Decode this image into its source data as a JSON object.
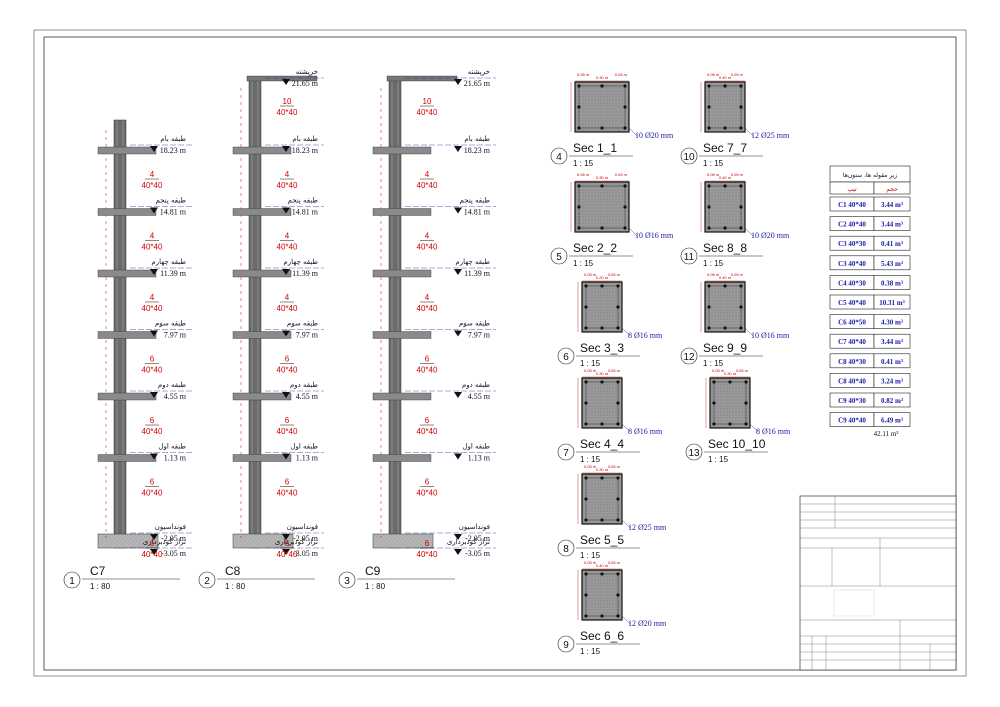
{
  "elevations": [
    {
      "id": "C7",
      "number": "1",
      "title": "C7",
      "scale": "1 : 80",
      "levels": [
        {
          "name": "طبقه بام",
          "value": "18.23 m"
        },
        {
          "name": "طبقه پنجم",
          "value": "14.81 m"
        },
        {
          "name": "طبقه چهارم",
          "value": "11.39 m"
        },
        {
          "name": "طبقه سوم",
          "value": "7.97 m"
        },
        {
          "name": "طبقه دوم",
          "value": "4.55 m"
        },
        {
          "name": "طبقه اول",
          "value": "1.13 m"
        },
        {
          "name": "فونداسیون",
          "value": "-2.05 m"
        },
        {
          "name": "تراز گودبرداری",
          "value": "-3.05 m"
        }
      ],
      "tags": [
        {
          "n": "4",
          "d": "40*40"
        },
        {
          "n": "4",
          "d": "40*40"
        },
        {
          "n": "4",
          "d": "40*40"
        },
        {
          "n": "6",
          "d": "40*40"
        },
        {
          "n": "6",
          "d": "40*40"
        },
        {
          "n": "6",
          "d": "40*40"
        },
        {
          "n": "6",
          "d": "40*40"
        }
      ]
    },
    {
      "id": "C8",
      "number": "2",
      "title": "C8",
      "scale": "1 : 80",
      "levels": [
        {
          "name": "خرپشته",
          "value": "21.65 m"
        },
        {
          "name": "طبقه بام",
          "value": "18.23 m"
        },
        {
          "name": "طبقه پنجم",
          "value": "14.81 m"
        },
        {
          "name": "طبقه چهارم",
          "value": "11.39 m"
        },
        {
          "name": "طبقه سوم",
          "value": "7.97 m"
        },
        {
          "name": "طبقه دوم",
          "value": "4.55 m"
        },
        {
          "name": "طبقه اول",
          "value": "1.13 m"
        },
        {
          "name": "فونداسیون",
          "value": "-2.05 m"
        },
        {
          "name": "تراز گودبرداری",
          "value": "-3.05 m"
        }
      ],
      "tags": [
        {
          "n": "10",
          "d": "40*40"
        },
        {
          "n": "4",
          "d": "40*40"
        },
        {
          "n": "4",
          "d": "40*40"
        },
        {
          "n": "4",
          "d": "40*40"
        },
        {
          "n": "6",
          "d": "40*40"
        },
        {
          "n": "6",
          "d": "40*40"
        },
        {
          "n": "6",
          "d": "40*40"
        },
        {
          "n": "6",
          "d": "40*40"
        }
      ]
    },
    {
      "id": "C9",
      "number": "3",
      "title": "C9",
      "scale": "1 : 80",
      "levels": [
        {
          "name": "خرپشته",
          "value": "21.65 m"
        },
        {
          "name": "طبقه بام",
          "value": "18.23 m"
        },
        {
          "name": "طبقه پنجم",
          "value": "14.81 m"
        },
        {
          "name": "طبقه چهارم",
          "value": "11.39 m"
        },
        {
          "name": "طبقه سوم",
          "value": "7.97 m"
        },
        {
          "name": "طبقه دوم",
          "value": "4.55 m"
        },
        {
          "name": "طبقه اول",
          "value": "1.13 m"
        },
        {
          "name": "فونداسیون",
          "value": "-2.05 m"
        },
        {
          "name": "تراز گودبرداری",
          "value": "-3.05 m"
        }
      ],
      "tags": [
        {
          "n": "10",
          "d": "40*40"
        },
        {
          "n": "4",
          "d": "40*40"
        },
        {
          "n": "4",
          "d": "40*40"
        },
        {
          "n": "4",
          "d": "40*40"
        },
        {
          "n": "6",
          "d": "40*40"
        },
        {
          "n": "6",
          "d": "40*40"
        },
        {
          "n": "6",
          "d": "40*40"
        },
        {
          "n": "6",
          "d": "40*40"
        }
      ]
    }
  ],
  "sections": [
    {
      "number": "4",
      "title": "Sec 1_1",
      "scale": "1 : 15",
      "rebar": "10 Ø20 mm",
      "dims": [
        "0.05 m",
        "0.30 m",
        "0.05 m"
      ]
    },
    {
      "number": "5",
      "title": "Sec 2_2",
      "scale": "1 : 15",
      "rebar": "10 Ø16 mm",
      "dims": [
        "0.05 m",
        "0.30 m",
        "0.05 m"
      ]
    },
    {
      "number": "6",
      "title": "Sec 3_3",
      "scale": "1 : 15",
      "rebar": "8 Ø16 mm",
      "dims": [
        "0.05 m",
        "0.20 m",
        "0.05 m"
      ]
    },
    {
      "number": "7",
      "title": "Sec 4_4",
      "scale": "1 : 15",
      "rebar": "8 Ø16 mm",
      "dims": [
        "0.05 m",
        "0.30 m",
        "0.05 m"
      ]
    },
    {
      "number": "8",
      "title": "Sec 5_5",
      "scale": "1 : 15",
      "rebar": "12 Ø25 mm",
      "dims": [
        "0.05 m",
        "0.30 m",
        "0.05 m"
      ]
    },
    {
      "number": "9",
      "title": "Sec 6_6",
      "scale": "1 : 15",
      "rebar": "12 Ø20 mm",
      "dims": [
        "0.05 m",
        "0.40 m",
        "0.05 m"
      ]
    },
    {
      "number": "10",
      "title": "Sec 7_7",
      "scale": "1 : 15",
      "rebar": "12 Ø25 mm",
      "dims": [
        "0.05 m",
        "0.40 m",
        "0.05 m"
      ]
    },
    {
      "number": "11",
      "title": "Sec 8_8",
      "scale": "1 : 15",
      "rebar": "10 Ø20 mm",
      "dims": [
        "0.05 m",
        "0.40 m",
        "0.05 m"
      ]
    },
    {
      "number": "12",
      "title": "Sec 9_9",
      "scale": "1 : 15",
      "rebar": "10 Ø16 mm",
      "dims": [
        "0.05 m",
        "0.40 m",
        "0.05 m"
      ]
    },
    {
      "number": "13",
      "title": "Sec 10_10",
      "scale": "1 : 15",
      "rebar": "8 Ø16 mm",
      "dims": [
        "0.05 m",
        "0.30 m",
        "0.05 m"
      ]
    }
  ],
  "volume_table": {
    "title": "زیر مقوله ها، ستون‌ها",
    "col_type": "تیپ",
    "col_volume": "حجم",
    "rows": [
      {
        "type": "C1 40*40",
        "volume": "3.44 m³"
      },
      {
        "type": "C2 40*40",
        "volume": "3.44 m³"
      },
      {
        "type": "C3 40*30",
        "volume": "0.41 m³"
      },
      {
        "type": "C3 40*40",
        "volume": "5.43 m³"
      },
      {
        "type": "C4 40*30",
        "volume": "0.38 m³"
      },
      {
        "type": "C5 40*40",
        "volume": "10.31 m³"
      },
      {
        "type": "C6 40*50",
        "volume": "4.30 m³"
      },
      {
        "type": "C7 40*40",
        "volume": "3.44 m³"
      },
      {
        "type": "C8 40*30",
        "volume": "0.41 m³"
      },
      {
        "type": "C8 40*40",
        "volume": "3.24 m³"
      },
      {
        "type": "C9 40*30",
        "volume": "0.82 m³"
      },
      {
        "type": "C9 40*40",
        "volume": "6.49 m³"
      }
    ],
    "total": "42.11 m³"
  },
  "colors": {
    "frame": "#555555",
    "concrete": "#6b6b6b",
    "red": "#d40000",
    "blue": "#1a1aa6",
    "hatch": "#8a8a8a"
  }
}
